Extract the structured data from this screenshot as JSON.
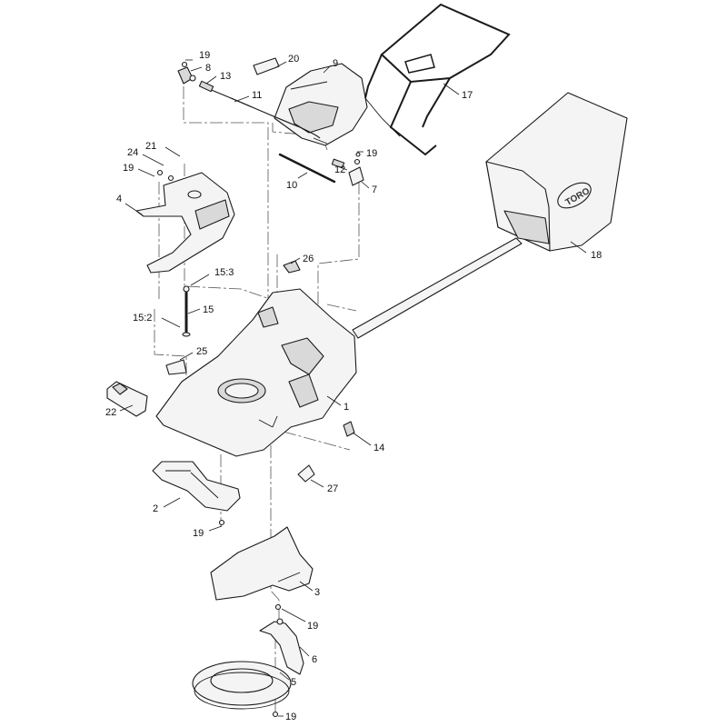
{
  "brand_mark": "TORO",
  "callouts": [
    {
      "id": "c19a",
      "text": "19"
    },
    {
      "id": "c8",
      "text": "8"
    },
    {
      "id": "c13",
      "text": "13"
    },
    {
      "id": "c20",
      "text": "20"
    },
    {
      "id": "c9",
      "text": "9"
    },
    {
      "id": "c11",
      "text": "11"
    },
    {
      "id": "c17",
      "text": "17"
    },
    {
      "id": "c21",
      "text": "21"
    },
    {
      "id": "c24",
      "text": "24"
    },
    {
      "id": "c19b",
      "text": "19"
    },
    {
      "id": "c4",
      "text": "4"
    },
    {
      "id": "c19c",
      "text": "19"
    },
    {
      "id": "c12",
      "text": "12"
    },
    {
      "id": "c7",
      "text": "7"
    },
    {
      "id": "c10",
      "text": "10"
    },
    {
      "id": "c18",
      "text": "18"
    },
    {
      "id": "c26",
      "text": "26"
    },
    {
      "id": "c153",
      "text": "15:3"
    },
    {
      "id": "c15",
      "text": "15"
    },
    {
      "id": "c152",
      "text": "15:2"
    },
    {
      "id": "c25",
      "text": "25"
    },
    {
      "id": "c1",
      "text": "1"
    },
    {
      "id": "c22",
      "text": "22"
    },
    {
      "id": "c14",
      "text": "14"
    },
    {
      "id": "c27",
      "text": "27"
    },
    {
      "id": "c2",
      "text": "2"
    },
    {
      "id": "c19d",
      "text": "19"
    },
    {
      "id": "c3",
      "text": "3"
    },
    {
      "id": "c19e",
      "text": "19"
    },
    {
      "id": "c6",
      "text": "6"
    },
    {
      "id": "c5",
      "text": "5"
    },
    {
      "id": "c19f",
      "text": "19"
    }
  ]
}
